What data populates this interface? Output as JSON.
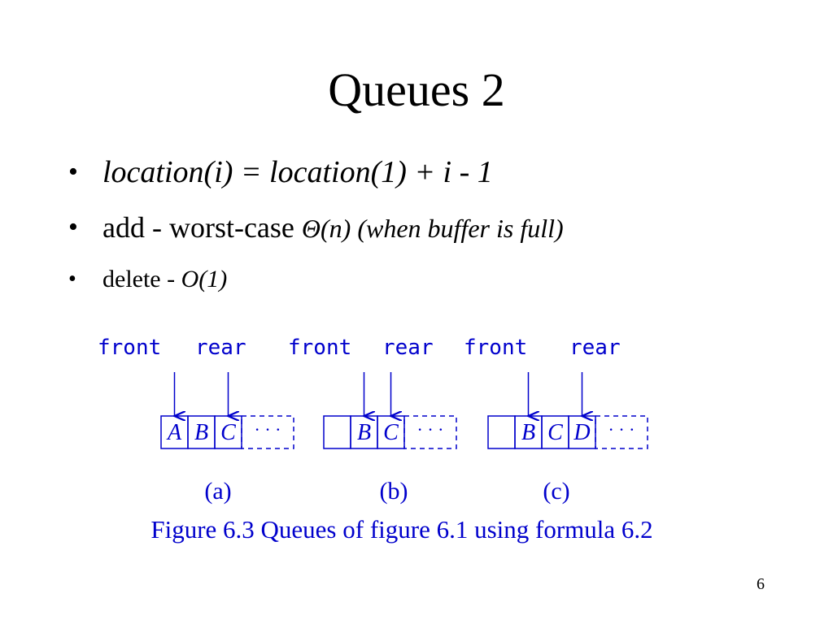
{
  "slide": {
    "title": "Queues 2",
    "page_number": "6"
  },
  "bullets": [
    {
      "marker": "•",
      "text": "location(i) = location(1) + i - 1"
    },
    {
      "marker": "•",
      "prefix": "add - worst-case ",
      "italic": "Θ(n) (when buffer is full)"
    },
    {
      "marker": "•",
      "prefix": "delete - ",
      "italic": "O(1)"
    }
  ],
  "figure": {
    "caption": "Figure 6.3 Queues of figure 6.1 using formula 6.2",
    "ellipsis": "· · ·",
    "colors": {
      "ink": "#0000cc"
    },
    "diagrams": [
      {
        "label": "(a)",
        "front_label": "front",
        "rear_label": "rear",
        "cells": [
          "A",
          "B",
          "C"
        ],
        "front_index": 0,
        "rear_index": 2
      },
      {
        "label": "(b)",
        "front_label": "front",
        "rear_label": "rear",
        "cells": [
          "",
          "B",
          "C"
        ],
        "front_index": 1,
        "rear_index": 2
      },
      {
        "label": "(c)",
        "front_label": "front",
        "rear_label": "rear",
        "cells": [
          "",
          "B",
          "C",
          "D"
        ],
        "front_index": 1,
        "rear_index": 3
      }
    ]
  }
}
